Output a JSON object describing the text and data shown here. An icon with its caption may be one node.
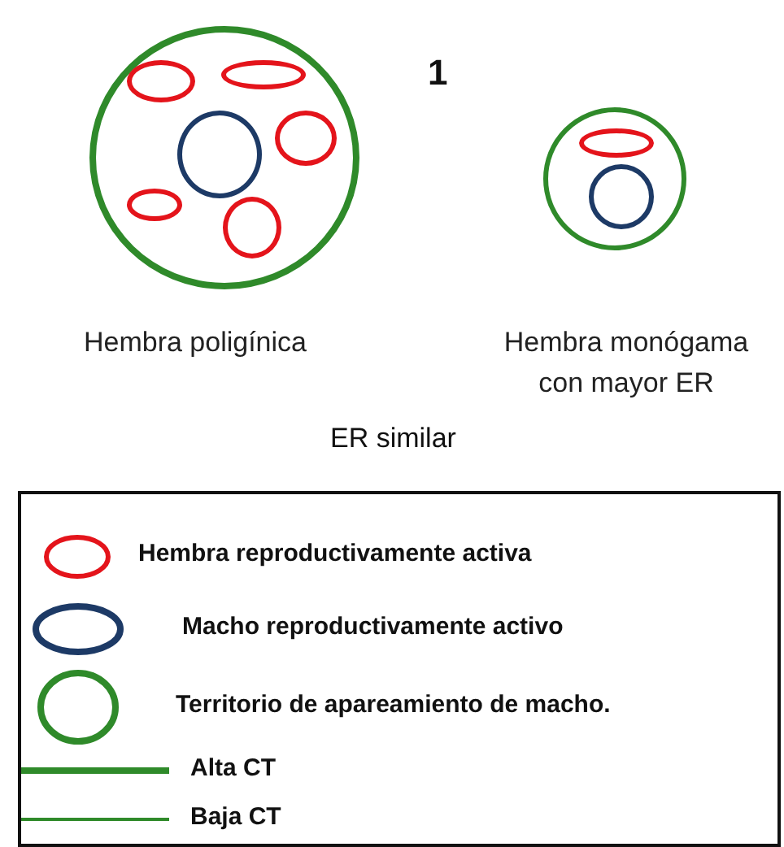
{
  "diagram": {
    "nodes": [
      {
        "text": [],
        "shape": "circle",
        "beside": [
          "Hembra poligínica"
        ]
      },
      {
        "text": [],
        "shape": "circle",
        "in": 0
      },
      {
        "text": [],
        "shape": "circle",
        "in": 0
      },
      {
        "text": [],
        "shape": "circle",
        "in": 0
      },
      {
        "text": [],
        "shape": "circle",
        "in": 0
      },
      {
        "text": [],
        "shape": "circle",
        "in": 0
      },
      {
        "text": [],
        "shape": "circle",
        "in": 0
      },
      {
        "text": [],
        "shape": "circle",
        "beside": [
          "Hembra monógama con mayor ER"
        ]
      },
      {
        "text": [],
        "shape": "circle",
        "in": 7
      },
      {
        "text": [],
        "shape": "circle",
        "in": 7
      }
    ],
    "labels": [
      "1",
      "ER similar"
    ],
    "legend": [
      {
        "text": "Hembra reproductivamente activa"
      },
      {
        "text": "Macho reproductivamente activo"
      },
      {
        "text": "Territorio de apareamiento de macho."
      },
      {
        "text": "Alta CT"
      },
      {
        "text": "Baja CT"
      }
    ]
  }
}
